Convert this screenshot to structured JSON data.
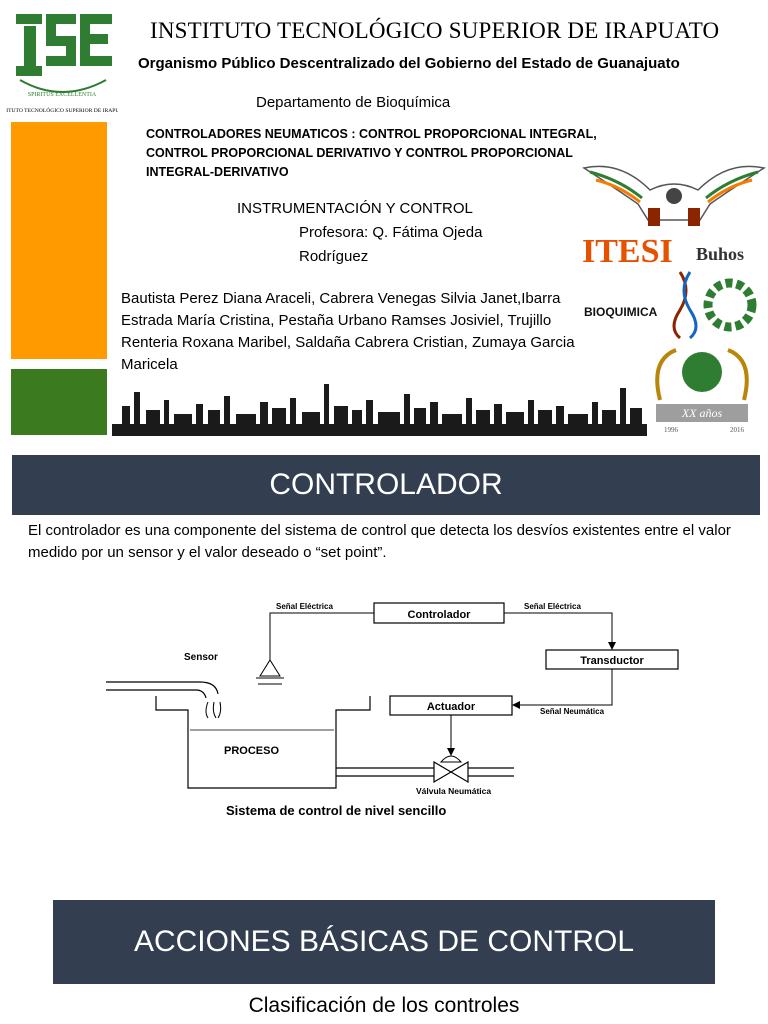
{
  "header": {
    "institute": "INSTITUTO TECNOLÓGICO  SUPERIOR DE IRAPUATO",
    "subtitle": "Organismo Público Descentralizado del Gobierno del Estado de Guanajuato",
    "department": "Departamento de Bioquímica",
    "topic": "CONTROLADORES NEUMATICOS : CONTROL PROPORCIONAL INTEGRAL, CONTROL PROPORCIONAL DERIVATIVO Y CONTROL PROPORCIONAL INTEGRAL-DERIVATIVO",
    "subject": "INSTRUMENTACIÓN Y CONTROL",
    "professor": "Profesora: Q. Fátima Ojeda Rodríguez",
    "authors": "Bautista Perez Diana Araceli, Cabrera Venegas Silvia Janet,Ibarra Estrada María Cristina, Pestaña Urbano Ramses Josiviel, Trujillo Renteria Roxana Maribel, Saldaña Cabrera Cristian, Zumaya Garcia Maricela"
  },
  "logos": {
    "main_logo_caption": "INSTITUTO TECNOLÓGICO SUPERIOR DE IRAPUATO",
    "main_logo_motto": "SPIRITUS EXCELLENTIA",
    "itesi": "ITESI",
    "buhos": "Buhos",
    "bioquimica": "BIOQUIMICA",
    "anniversary": "XX años",
    "anniversary_start": "1996",
    "anniversary_end": "2016"
  },
  "colors": {
    "orange": "#ff9a00",
    "green": "#3b7a1e",
    "section_bg": "#333f50"
  },
  "section1": {
    "title": "CONTROLADOR",
    "paragraph": "El controlador es una componente del sistema de control que detecta los desvíos existentes entre el valor medido por un sensor y el valor deseado o “set point”."
  },
  "diagram": {
    "controller": "Controlador",
    "transducer": "Transductor",
    "actuator": "Actuador",
    "process": "PROCESO",
    "sensor": "Sensor",
    "valve": "Válvula Neumática",
    "signal_electric_1": "Señal Eléctrica",
    "signal_electric_2": "Señal Eléctrica",
    "signal_pneumatic": "Señal Neumática",
    "caption": "Sistema de control  de nivel sencillo"
  },
  "section2": {
    "title": "ACCIONES BÁSICAS DE CONTROL",
    "subtitle": "Clasificación de los controles"
  }
}
